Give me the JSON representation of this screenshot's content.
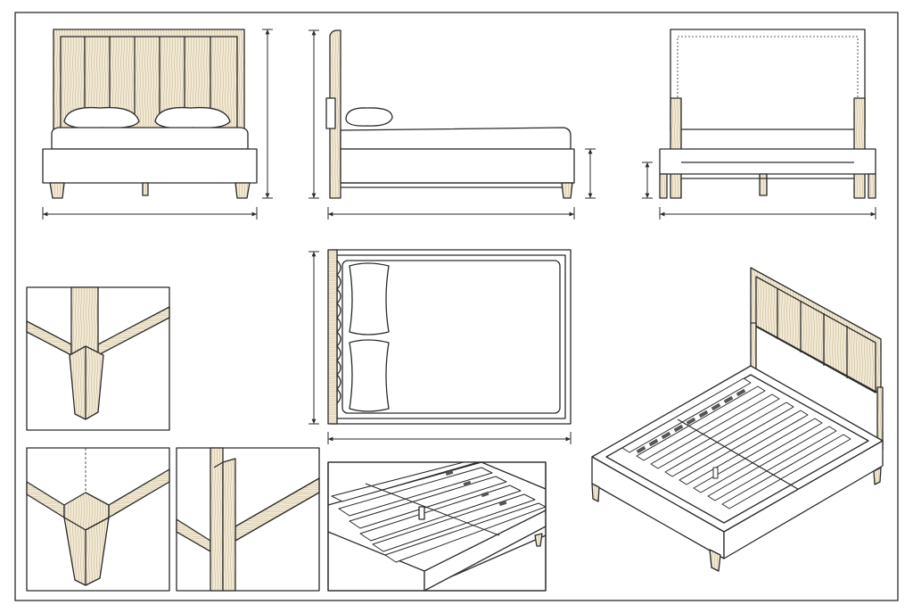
{
  "sheet": {
    "background": "#ffffff",
    "line_color": "#2a2a2a",
    "wood_color": "#f3ead6",
    "wood_grain_color": "#b9a98a",
    "border_color": "#3a3a3a"
  },
  "views": [
    {
      "name": "front-elevation",
      "icon": "bed-front-view"
    },
    {
      "name": "side-elevation",
      "icon": "bed-side-view"
    },
    {
      "name": "rear-elevation",
      "icon": "bed-rear-view"
    },
    {
      "name": "plan-view",
      "icon": "bed-top-view"
    },
    {
      "name": "isometric-view",
      "icon": "bed-isometric-view"
    },
    {
      "name": "detail-corner-leg",
      "icon": "leg-joint-detail"
    },
    {
      "name": "detail-headboard-post",
      "icon": "post-joint-detail"
    },
    {
      "name": "detail-slats",
      "icon": "slat-frame-detail"
    }
  ]
}
